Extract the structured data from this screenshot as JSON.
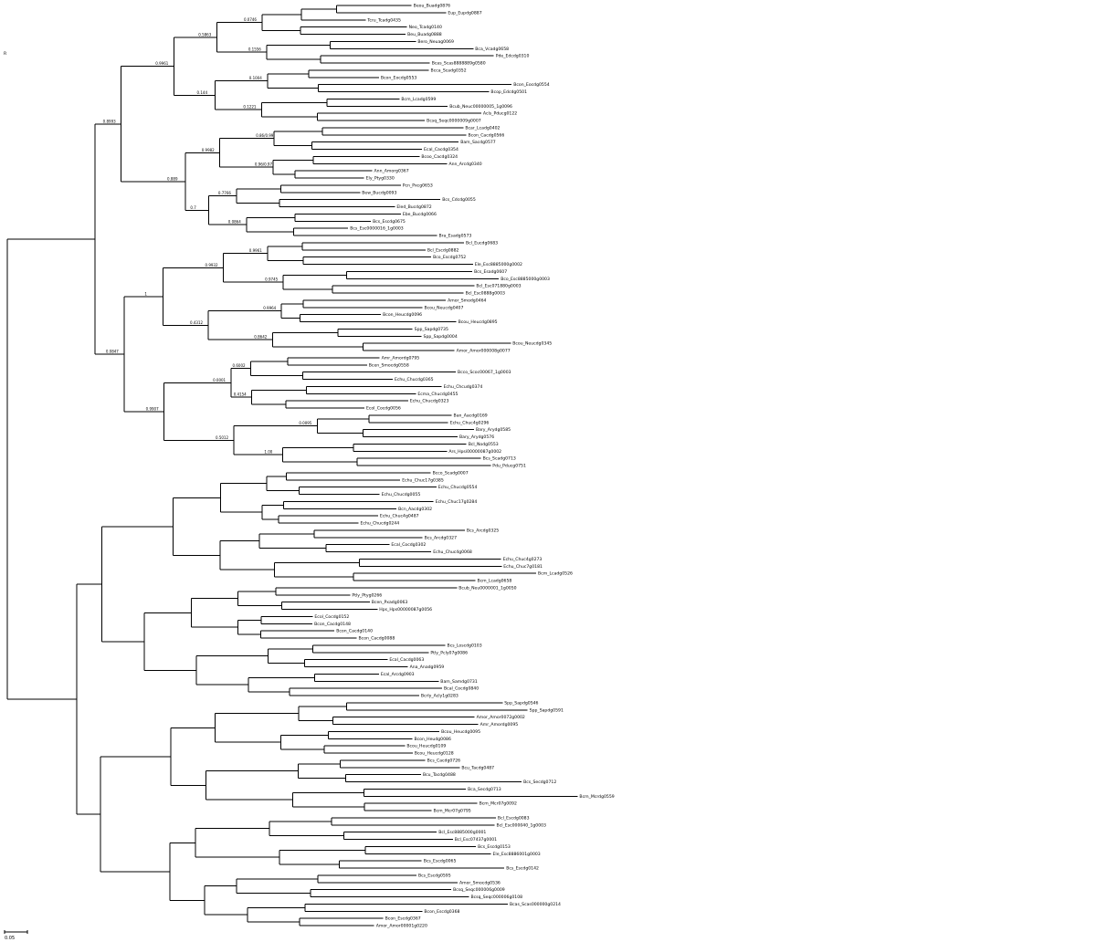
{
  "tree": {
    "root_label": "R",
    "scale_label": "0.05",
    "leaves": [
      "Beou_Buadg0876",
      "Eup_Eupdg0887",
      "Tcru_Tcadg0435",
      "Neo_Tcadg0140",
      "Beu_Buadg0888",
      "Bero_Neuag0069",
      "Bca_Vcadg0658",
      "Pde_Edcdg0310",
      "Bcas_Scas8888889g0580",
      "Bcca_Scadg0352",
      "Bcon_Eocdg0553",
      "Bcon_Eocdg0554",
      "Bcop_Edcdg0501",
      "Bcm_Lcadg0599",
      "Bcub_Neuc00000005_1g0096",
      "Acls_Pducg0122",
      "Bcsq_Seqc0000009g0007",
      "Bcar_Lcadg0402",
      "Bcon_Cacdg0566",
      "Bam_Sacdg0577",
      "Ecal_Cacdg0354",
      "Bcoo_Cacdg0324",
      "Ann_Arcdg0340",
      "Ann_Amorg0367",
      "Ely_Ptyg0330",
      "Pcn_Pxcg0653",
      "Bew_Bucdg0093",
      "Bcs_Cdcdg0055",
      "Eled_Bucdg0872",
      "Ebe_Bucdg0066",
      "Bcs_Escdg0675",
      "Bcs_Esc0000016_1g0003",
      "Bra_Esadg0573",
      "Bcl_Eucdg0683",
      "Bcl_Escdg0882",
      "Bco_Escdg0752",
      "Ele_Esc8885000g0002",
      "Bcs_Esadg0607",
      "Bco_Esc8885000g0003",
      "Bcl_Esc071880g0003",
      "Bcl_Esc0888g0003",
      "Amor_Smodg0464",
      "Bcou_Neucdg0407",
      "Bcon_Heucdg0096",
      "Bcou_Heucdg0895",
      "Spp_Sapdg0735",
      "Spp_Sapdg0004",
      "Bcou_Neucdg0345",
      "Amor_Amor000008g0077",
      "Amr_Amordg0795",
      "Bcen_Smocdg0558",
      "Bcco_Scoc00067_1g0003",
      "Echu_Chucdg0365",
      "Echu_Chcudg0374",
      "Ecma_Chucdg0455",
      "Echu_Chucdg0323",
      "Ecol_Cocdg0056",
      "Ban_Aacdg0169",
      "Echu_Chuc4g0296",
      "Bary_Arydg0585",
      "Bary_Arydg0576",
      "Bcl_Nodg0553",
      "Ars_Hpsi00000087g0002",
      "Bcs_Scadg0713",
      "Pdu_Pducg0751",
      "Bcco_Scadg0007",
      "Echu_Chuc17g0385",
      "Echu_Chucdg0554",
      "Echu_Chucdg0055",
      "Echu_Chuc17g0284",
      "Bcn_Aacdg0302",
      "Echu_Chuc4g0487",
      "Echu_Chucdg0244",
      "Bcs_Arcdg0325",
      "Bcs_Arcdg0327",
      "Ecal_Cocdg0302",
      "Echu_Chuc4g0068",
      "Echu_Chuc4g0273",
      "Echu_Chuc7g0181",
      "Bcm_Lcadg0526",
      "Bcm_Lcadg0658",
      "Bcub_Neu0000001_1g0050",
      "Ptly_Ptyg0266",
      "Bcen_Pxadg0063",
      "Hps_Hps00000087g0056",
      "Ecol_Cocdg0152",
      "Bcon_Cacdg0148",
      "Bcon_Cacdg0140",
      "Bcon_Cacdg0088",
      "Bcs_Loscdg0103",
      "Ptly_Pcly07g0086",
      "Ecal_Cacdg0063",
      "Ana_Anadg0959",
      "Ecal_Arcdg0903",
      "Bam_Samdg0731",
      "Bcal_Cocdg0840",
      "Bcrly_Acly1g0283",
      "Spp_Sapdg0546",
      "Spp_Sapdg0591",
      "Amor_Amor0072g0002",
      "Amr_Amordg0095",
      "Bcou_Heucdg0095",
      "Bcon_Heudg0086",
      "Bcou_Heucdg0109",
      "Bcou_Heucdg0128",
      "Bcs_Cacdg0726",
      "Bcu_Tacdg0487",
      "Bcu_Tacdg0488",
      "Bcs_Secdg0712",
      "Bca_Secdg0713",
      "Bcm_Mcrdg0559",
      "Bcm_Mcr07g0092",
      "Bcm_Mcr07g0795",
      "Bcl_Escdg0083",
      "Bcl_Esc000040_1g0003",
      "Bcl_Esc8885000g0001",
      "Bcl_Esc07437g0001",
      "Bcs_Escdg0153",
      "Ele_Esc8886001g0003",
      "Bcs_Escdg0065",
      "Bcs_Escdg0142",
      "Bcs_Escdg0595",
      "Amor_Smocdg0536",
      "Bcsq_Seqc000006g0009",
      "Bcsq_Seqc000006g0108",
      "Bcas_Scas000000g0214",
      "Bcon_Escdg0368",
      "Bcon_Escdg0367",
      "Amor_Amor00001g0220"
    ],
    "supports": [
      "0.0746",
      "0.1556",
      "0.5863",
      "0.1004",
      "0.1221",
      "0.144",
      "0.9961",
      "0.86/0.99",
      "0.96/0.97",
      "0.9982",
      "0.7766",
      "0.0864",
      "0.7",
      "0.889",
      "0.8993",
      "0.9961",
      "0.9745",
      "0.9932",
      "0.9964",
      "0.8642",
      "0.4312",
      "1",
      "0.6002",
      "0.4154",
      "0.0001",
      "0.0095",
      "1.00",
      "0.5012",
      "0.9907",
      "0.0847"
    ]
  }
}
